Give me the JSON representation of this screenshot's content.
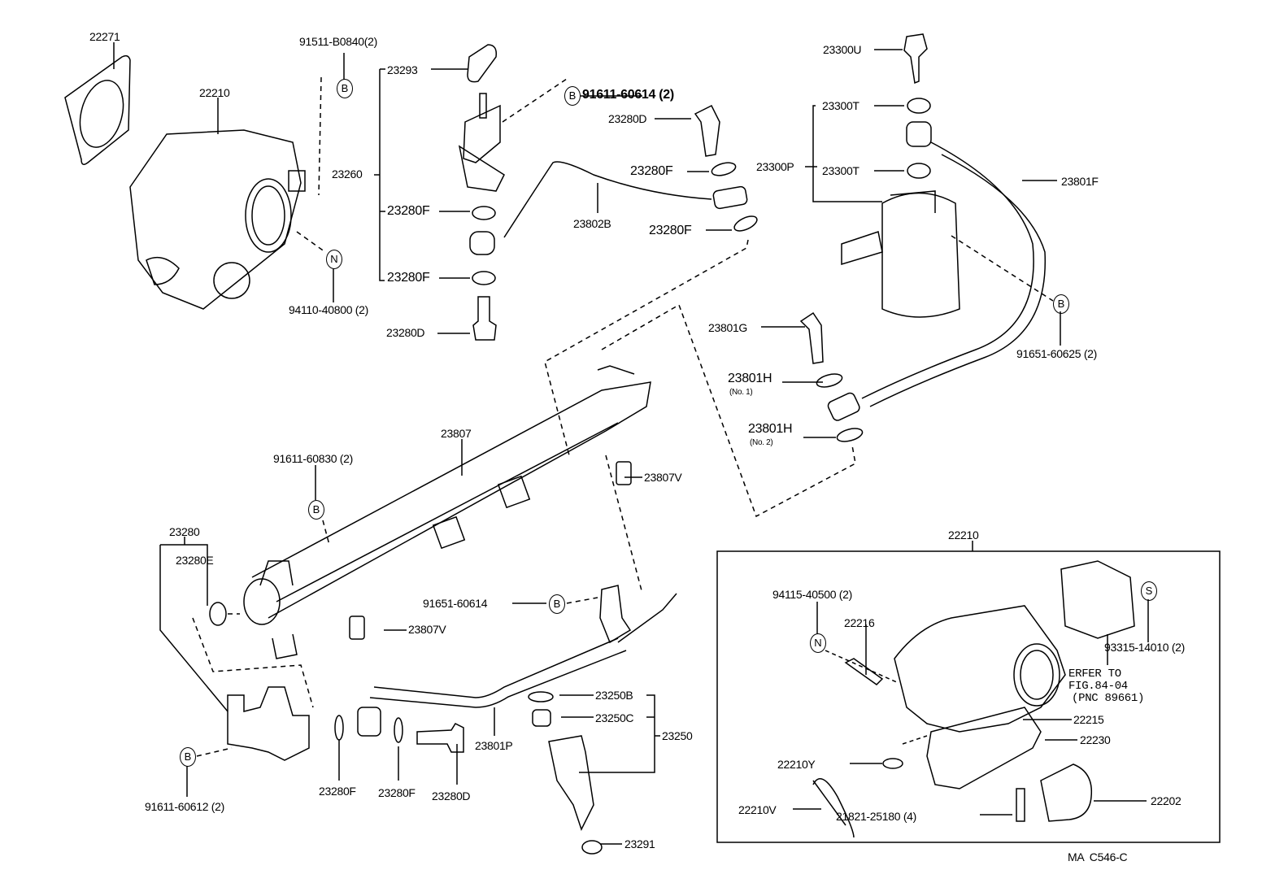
{
  "diagram": {
    "code": "MA  C546-C",
    "labels": {
      "gasket": "22271",
      "bolt_top": "91511-B0840(2)",
      "throttle_body": "22210",
      "plate": "23293",
      "bolt_b1": "91611-60614 (2)",
      "union_bolt_top": "23280D",
      "assembly_23260": "23260",
      "gasket_f1": "23280F",
      "gasket_f2": "23280F",
      "pipe_23802b": "23802B",
      "gasket_f3": "23280F",
      "gasket_f4": "23280F",
      "nut_n": "94110-40800 (2)",
      "union_bolt_bottom": "23280D",
      "bolt_23300u": "23300U",
      "gasket_t1": "23300T",
      "filter_23300p": "23300P",
      "gasket_t2": "23300T",
      "hose_23801f": "23801F",
      "bolt_23801g": "23801G",
      "bolt_b2": "91651-60625 (2)",
      "gasket_h1": "23801H",
      "gasket_h1_note": "(No. 1)",
      "gasket_h2": "23801H",
      "gasket_h2_note": "(No. 2)",
      "delivery_pipe": "23807",
      "insulator_1": "23807V",
      "bolt_b3": "91611-60830 (2)",
      "regulator": "23280",
      "oring": "23280E",
      "bolt_b4": "91651-60614",
      "insulator_2": "23807V",
      "oring_23250b": "23250B",
      "grommet_23250c": "23250C",
      "injector": "23250",
      "pipe_23801p": "23801P",
      "gasket_f5": "23280F",
      "gasket_f6": "23280F",
      "union_bolt_3": "23280D",
      "bolt_b5": "91611-60612 (2)",
      "insulator_23291": "23291"
    },
    "inset": {
      "title": "22210",
      "nut": "94115-40500 (2)",
      "screw": "22216",
      "screw_s": "93315-14010 (2)",
      "refer_1": "ERFER TO",
      "refer_2": "FIG.84-04",
      "refer_3": "(PNC 89661)",
      "gasket_22215": "22215",
      "body_22230": "22230",
      "oring_22210y": "22210Y",
      "valve_22202": "22202",
      "spring_22210v": "22210V",
      "screw_21821": "21821-25180 (4)"
    },
    "symbols": {
      "b": "B",
      "n": "N",
      "s": "S"
    }
  }
}
